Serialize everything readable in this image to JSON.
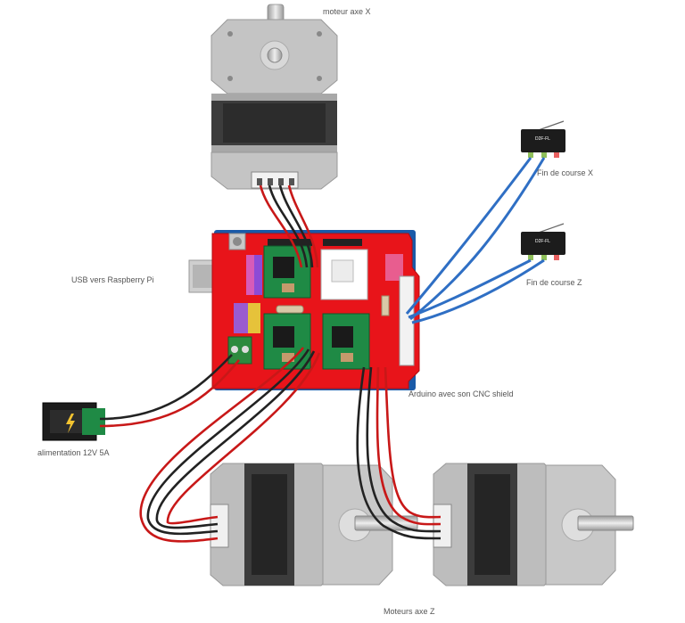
{
  "labels": {
    "motor_x": "moteur axe X",
    "endstop_x": "Fin de course X",
    "endstop_z": "Fin de course Z",
    "usb": "USB vers Raspberry Pi",
    "arduino": "Arduino avec son CNC shield",
    "power": "alimentation 12V 5A",
    "motors_z": "Moteurs axe Z"
  },
  "switch_text": "D2F-FL",
  "colors": {
    "board_red": "#e8141a",
    "wire_blue": "#2f6fc4",
    "wire_red": "#c81818",
    "wire_black": "#222222",
    "wire_green": "#1f7a2e",
    "motor_grey": "#bdbdbd",
    "motor_dark": "#3c3c3c"
  }
}
